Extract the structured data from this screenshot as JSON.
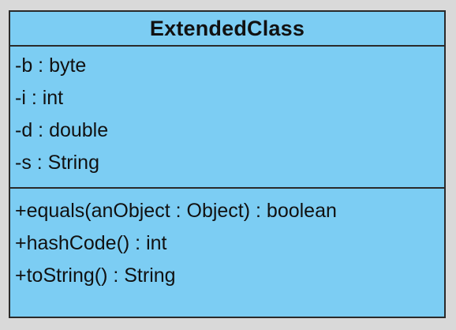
{
  "colors": {
    "class_fill": "#7ccdf3",
    "border": "#2a2a2a",
    "background": "#d9d9d9"
  },
  "class": {
    "name": "ExtendedClass",
    "attributes": [
      "-b : byte",
      "-i : int",
      "-d : double",
      "-s : String"
    ],
    "operations": [
      "+equals(anObject : Object) : boolean",
      "+hashCode() : int",
      "+toString() : String"
    ]
  }
}
